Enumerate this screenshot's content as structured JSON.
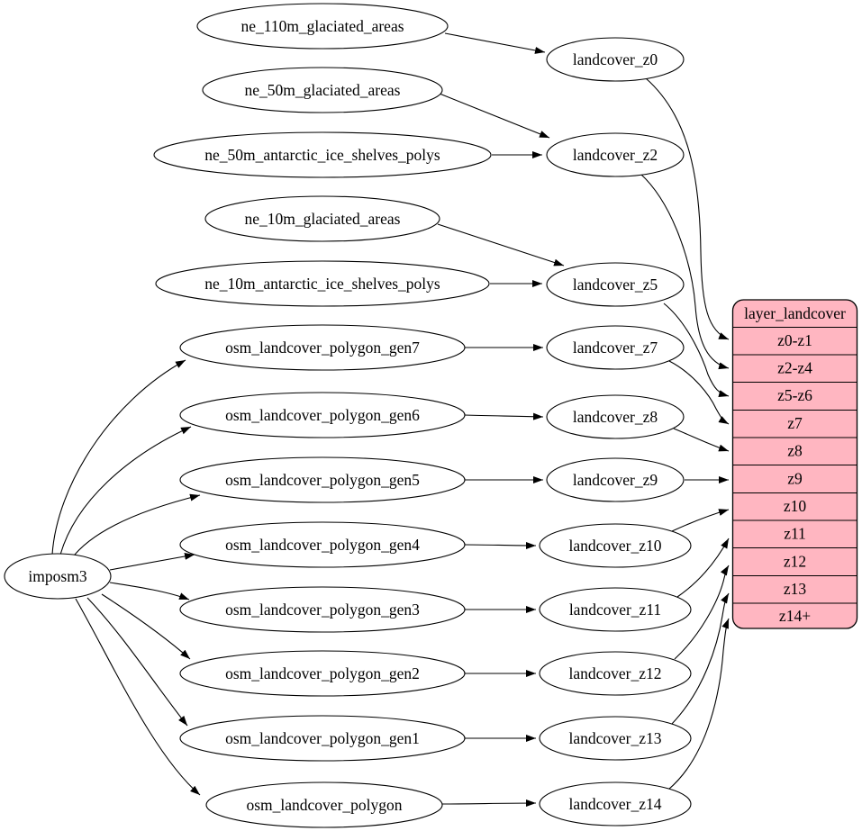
{
  "diagram": {
    "root": {
      "label": "imposm3"
    },
    "sources": [
      "ne_110m_glaciated_areas",
      "ne_50m_glaciated_areas",
      "ne_50m_antarctic_ice_shelves_polys",
      "ne_10m_glaciated_areas",
      "ne_10m_antarctic_ice_shelves_polys",
      "osm_landcover_polygon_gen7",
      "osm_landcover_polygon_gen6",
      "osm_landcover_polygon_gen5",
      "osm_landcover_polygon_gen4",
      "osm_landcover_polygon_gen3",
      "osm_landcover_polygon_gen2",
      "osm_landcover_polygon_gen1",
      "osm_landcover_polygon"
    ],
    "intermediates": [
      "landcover_z0",
      "landcover_z2",
      "landcover_z5",
      "landcover_z7",
      "landcover_z8",
      "landcover_z9",
      "landcover_z10",
      "landcover_z11",
      "landcover_z12",
      "landcover_z13",
      "landcover_z14"
    ],
    "record": {
      "title": "layer_landcover",
      "rows": [
        "z0-z1",
        "z2-z4",
        "z5-z6",
        "z7",
        "z8",
        "z9",
        "z10",
        "z11",
        "z12",
        "z13",
        "z14+"
      ]
    },
    "colors": {
      "record_fill": "#ffb6c1",
      "node_fill": "#ffffff",
      "stroke": "#000000"
    },
    "edges": [
      {
        "from": "imposm3",
        "to": "osm_landcover_polygon_gen7"
      },
      {
        "from": "imposm3",
        "to": "osm_landcover_polygon_gen6"
      },
      {
        "from": "imposm3",
        "to": "osm_landcover_polygon_gen5"
      },
      {
        "from": "imposm3",
        "to": "osm_landcover_polygon_gen4"
      },
      {
        "from": "imposm3",
        "to": "osm_landcover_polygon_gen3"
      },
      {
        "from": "imposm3",
        "to": "osm_landcover_polygon_gen2"
      },
      {
        "from": "imposm3",
        "to": "osm_landcover_polygon_gen1"
      },
      {
        "from": "imposm3",
        "to": "osm_landcover_polygon"
      },
      {
        "from": "ne_110m_glaciated_areas",
        "to": "landcover_z0"
      },
      {
        "from": "ne_50m_glaciated_areas",
        "to": "landcover_z2"
      },
      {
        "from": "ne_50m_antarctic_ice_shelves_polys",
        "to": "landcover_z2"
      },
      {
        "from": "ne_10m_glaciated_areas",
        "to": "landcover_z5"
      },
      {
        "from": "ne_10m_antarctic_ice_shelves_polys",
        "to": "landcover_z5"
      },
      {
        "from": "osm_landcover_polygon_gen7",
        "to": "landcover_z7"
      },
      {
        "from": "osm_landcover_polygon_gen6",
        "to": "landcover_z8"
      },
      {
        "from": "osm_landcover_polygon_gen5",
        "to": "landcover_z9"
      },
      {
        "from": "osm_landcover_polygon_gen4",
        "to": "landcover_z10"
      },
      {
        "from": "osm_landcover_polygon_gen3",
        "to": "landcover_z11"
      },
      {
        "from": "osm_landcover_polygon_gen2",
        "to": "landcover_z12"
      },
      {
        "from": "osm_landcover_polygon_gen1",
        "to": "landcover_z13"
      },
      {
        "from": "osm_landcover_polygon",
        "to": "landcover_z14"
      },
      {
        "from": "landcover_z0",
        "to": "layer_landcover:z0-z1"
      },
      {
        "from": "landcover_z2",
        "to": "layer_landcover:z2-z4"
      },
      {
        "from": "landcover_z5",
        "to": "layer_landcover:z5-z6"
      },
      {
        "from": "landcover_z7",
        "to": "layer_landcover:z7"
      },
      {
        "from": "landcover_z8",
        "to": "layer_landcover:z8"
      },
      {
        "from": "landcover_z9",
        "to": "layer_landcover:z9"
      },
      {
        "from": "landcover_z10",
        "to": "layer_landcover:z10"
      },
      {
        "from": "landcover_z11",
        "to": "layer_landcover:z11"
      },
      {
        "from": "landcover_z12",
        "to": "layer_landcover:z12"
      },
      {
        "from": "landcover_z13",
        "to": "layer_landcover:z13"
      },
      {
        "from": "landcover_z14",
        "to": "layer_landcover:z14+"
      }
    ]
  }
}
